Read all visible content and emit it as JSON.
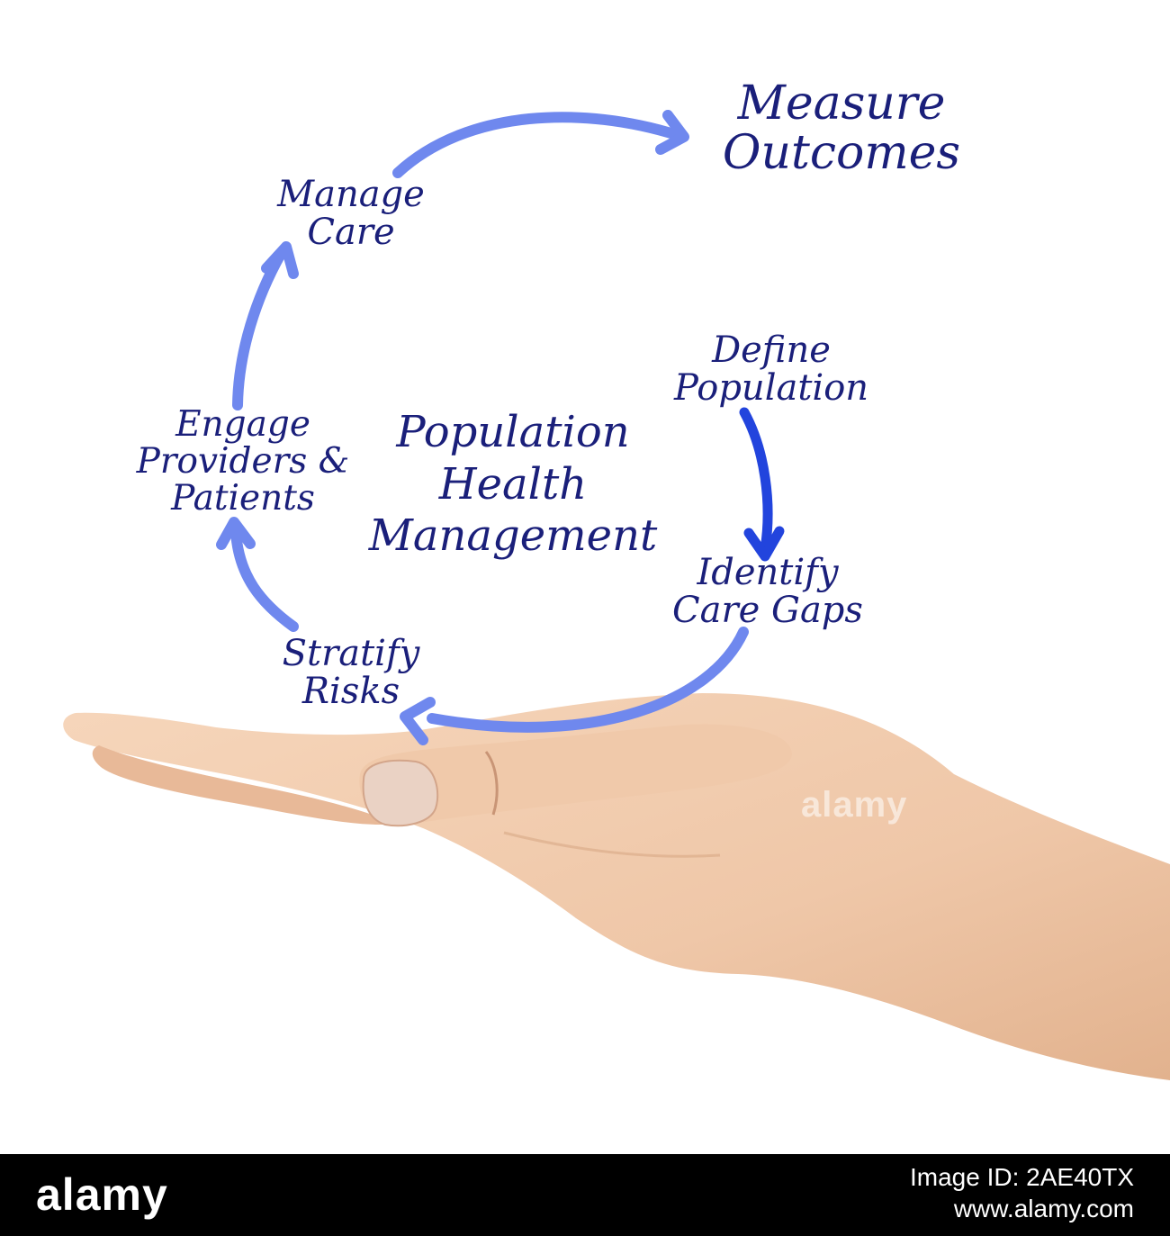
{
  "diagram": {
    "center_title": [
      "Population",
      "Health",
      "Management"
    ],
    "steps": [
      {
        "id": "define",
        "lines": [
          "Define",
          "Population"
        ]
      },
      {
        "id": "identify",
        "lines": [
          "Identify",
          "Care Gaps"
        ]
      },
      {
        "id": "stratify",
        "lines": [
          "Stratify",
          "Risks"
        ]
      },
      {
        "id": "engage",
        "lines": [
          "Engage",
          "Providers &",
          "Patients"
        ]
      },
      {
        "id": "manage",
        "lines": [
          "Manage",
          "Care"
        ]
      },
      {
        "id": "measure",
        "lines": [
          "Measure",
          "Outcomes"
        ]
      }
    ]
  },
  "colors": {
    "text": "#1a1f7a",
    "arrow_light": "#6f88ee",
    "arrow_dark": "#2244dd",
    "skin": "#efc7a8",
    "skin_shadow": "#d9a886",
    "footer_bg": "#000000"
  },
  "watermark": "alamy",
  "footer": {
    "logo": "alamy",
    "image_id_line1": "Image ID: 2AE40TX",
    "image_id_line2": "www.alamy.com"
  }
}
